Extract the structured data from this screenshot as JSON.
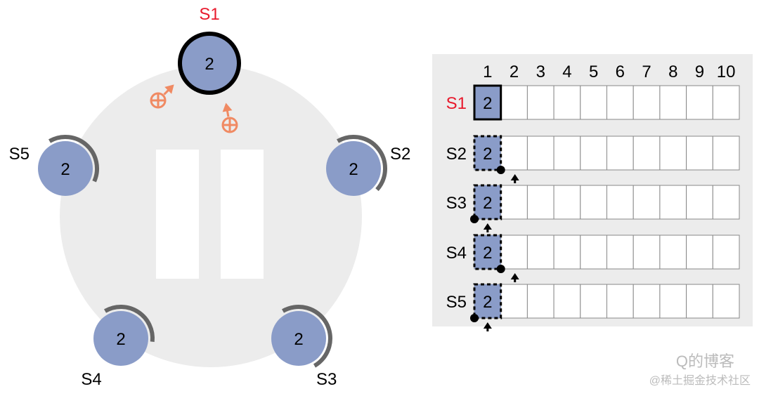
{
  "servers": [
    {
      "id": "S1",
      "term": "2",
      "leader": true,
      "label_color": "#e8192c",
      "timeout": 0
    },
    {
      "id": "S2",
      "term": "2",
      "leader": false,
      "label_color": "#000000",
      "timeout": 0.45
    },
    {
      "id": "S3",
      "term": "2",
      "leader": false,
      "label_color": "#000000",
      "timeout": 0.5
    },
    {
      "id": "S4",
      "term": "2",
      "leader": false,
      "label_color": "#000000",
      "timeout": 0.35
    },
    {
      "id": "S5",
      "term": "2",
      "leader": false,
      "label_color": "#000000",
      "timeout": 0.4
    }
  ],
  "log": {
    "indices": [
      "1",
      "2",
      "3",
      "4",
      "5",
      "6",
      "7",
      "8",
      "9",
      "10"
    ],
    "rows": [
      {
        "server": "S1",
        "entries": [
          "2"
        ],
        "committed": true
      },
      {
        "server": "S2",
        "entries": [
          "2"
        ],
        "committed": false
      },
      {
        "server": "S3",
        "entries": [
          "2"
        ],
        "committed": false
      },
      {
        "server": "S4",
        "entries": [
          "2"
        ],
        "committed": false
      },
      {
        "server": "S5",
        "entries": [
          "2"
        ],
        "committed": false
      }
    ]
  },
  "colors": {
    "node_fill": "#8a9cc8",
    "message": "#f08a63",
    "leader_label": "#e8192c",
    "ring": "#ececec",
    "timeout_arc": "#666666"
  },
  "watermark": {
    "line1": "Q的博客",
    "line2": "@稀土掘金技术社区"
  }
}
